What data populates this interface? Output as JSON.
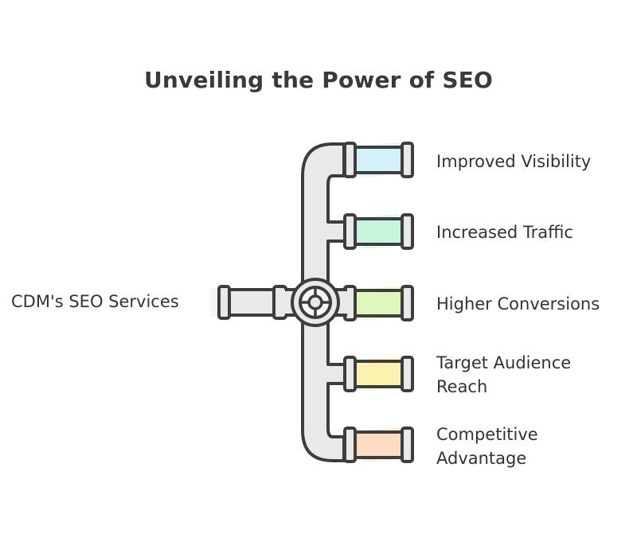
{
  "title": "Unveiling the Power of SEO",
  "source": {
    "label": "CDM's SEO Services"
  },
  "outcomes": [
    {
      "label": "Improved Visibility",
      "color": "#d4f0fb"
    },
    {
      "label": "Increased Traffic",
      "color": "#c6f4dc"
    },
    {
      "label": "Higher Conversions",
      "color": "#dff7bd"
    },
    {
      "label": "Target Audience Reach",
      "color": "#fbf2b0"
    },
    {
      "label": "Competitive Advantage",
      "color": "#fcdcc2"
    }
  ],
  "colors": {
    "outline": "#3d3d3d",
    "pipe": "#e9e9e9"
  }
}
